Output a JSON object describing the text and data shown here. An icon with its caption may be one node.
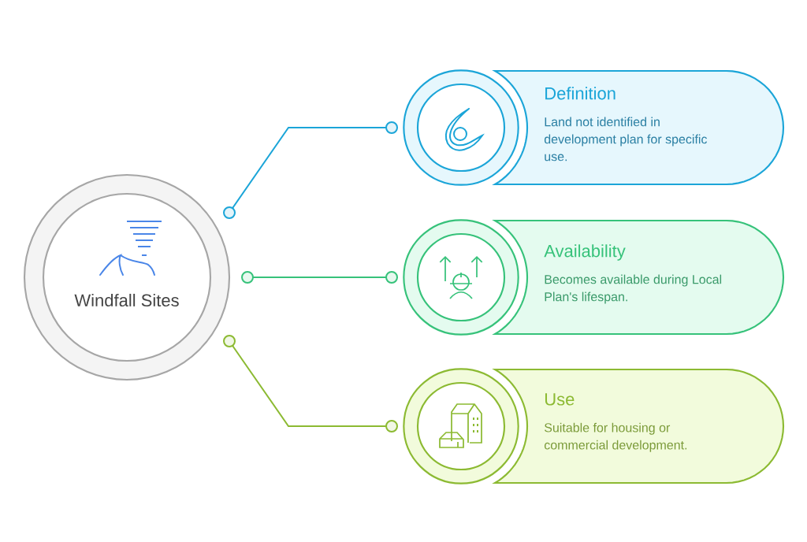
{
  "diagram": {
    "nodes": [
      {
        "text": [
          "Windfall Sites"
        ]
      },
      {
        "text": [],
        "shape": "circle"
      },
      {
        "text": [
          "Definition",
          "Land not identified in development plan for specific use."
        ]
      },
      {
        "text": [],
        "shape": "circle"
      },
      {
        "text": [
          "Availability",
          "Becomes available during Local Plan's lifespan."
        ]
      },
      {
        "text": [],
        "shape": "circle"
      },
      {
        "text": [
          "Use",
          "Suitable for housing or commercial development."
        ]
      }
    ],
    "edges": [
      {
        "from": 0,
        "to": 1,
        "arrow": "other",
        "color": "#1ba5d8"
      },
      {
        "from": 0,
        "to": 3,
        "arrow": "other",
        "color": "#36c27a"
      },
      {
        "from": 0,
        "to": 5,
        "arrow": "other",
        "color": "#8cba32"
      }
    ]
  }
}
